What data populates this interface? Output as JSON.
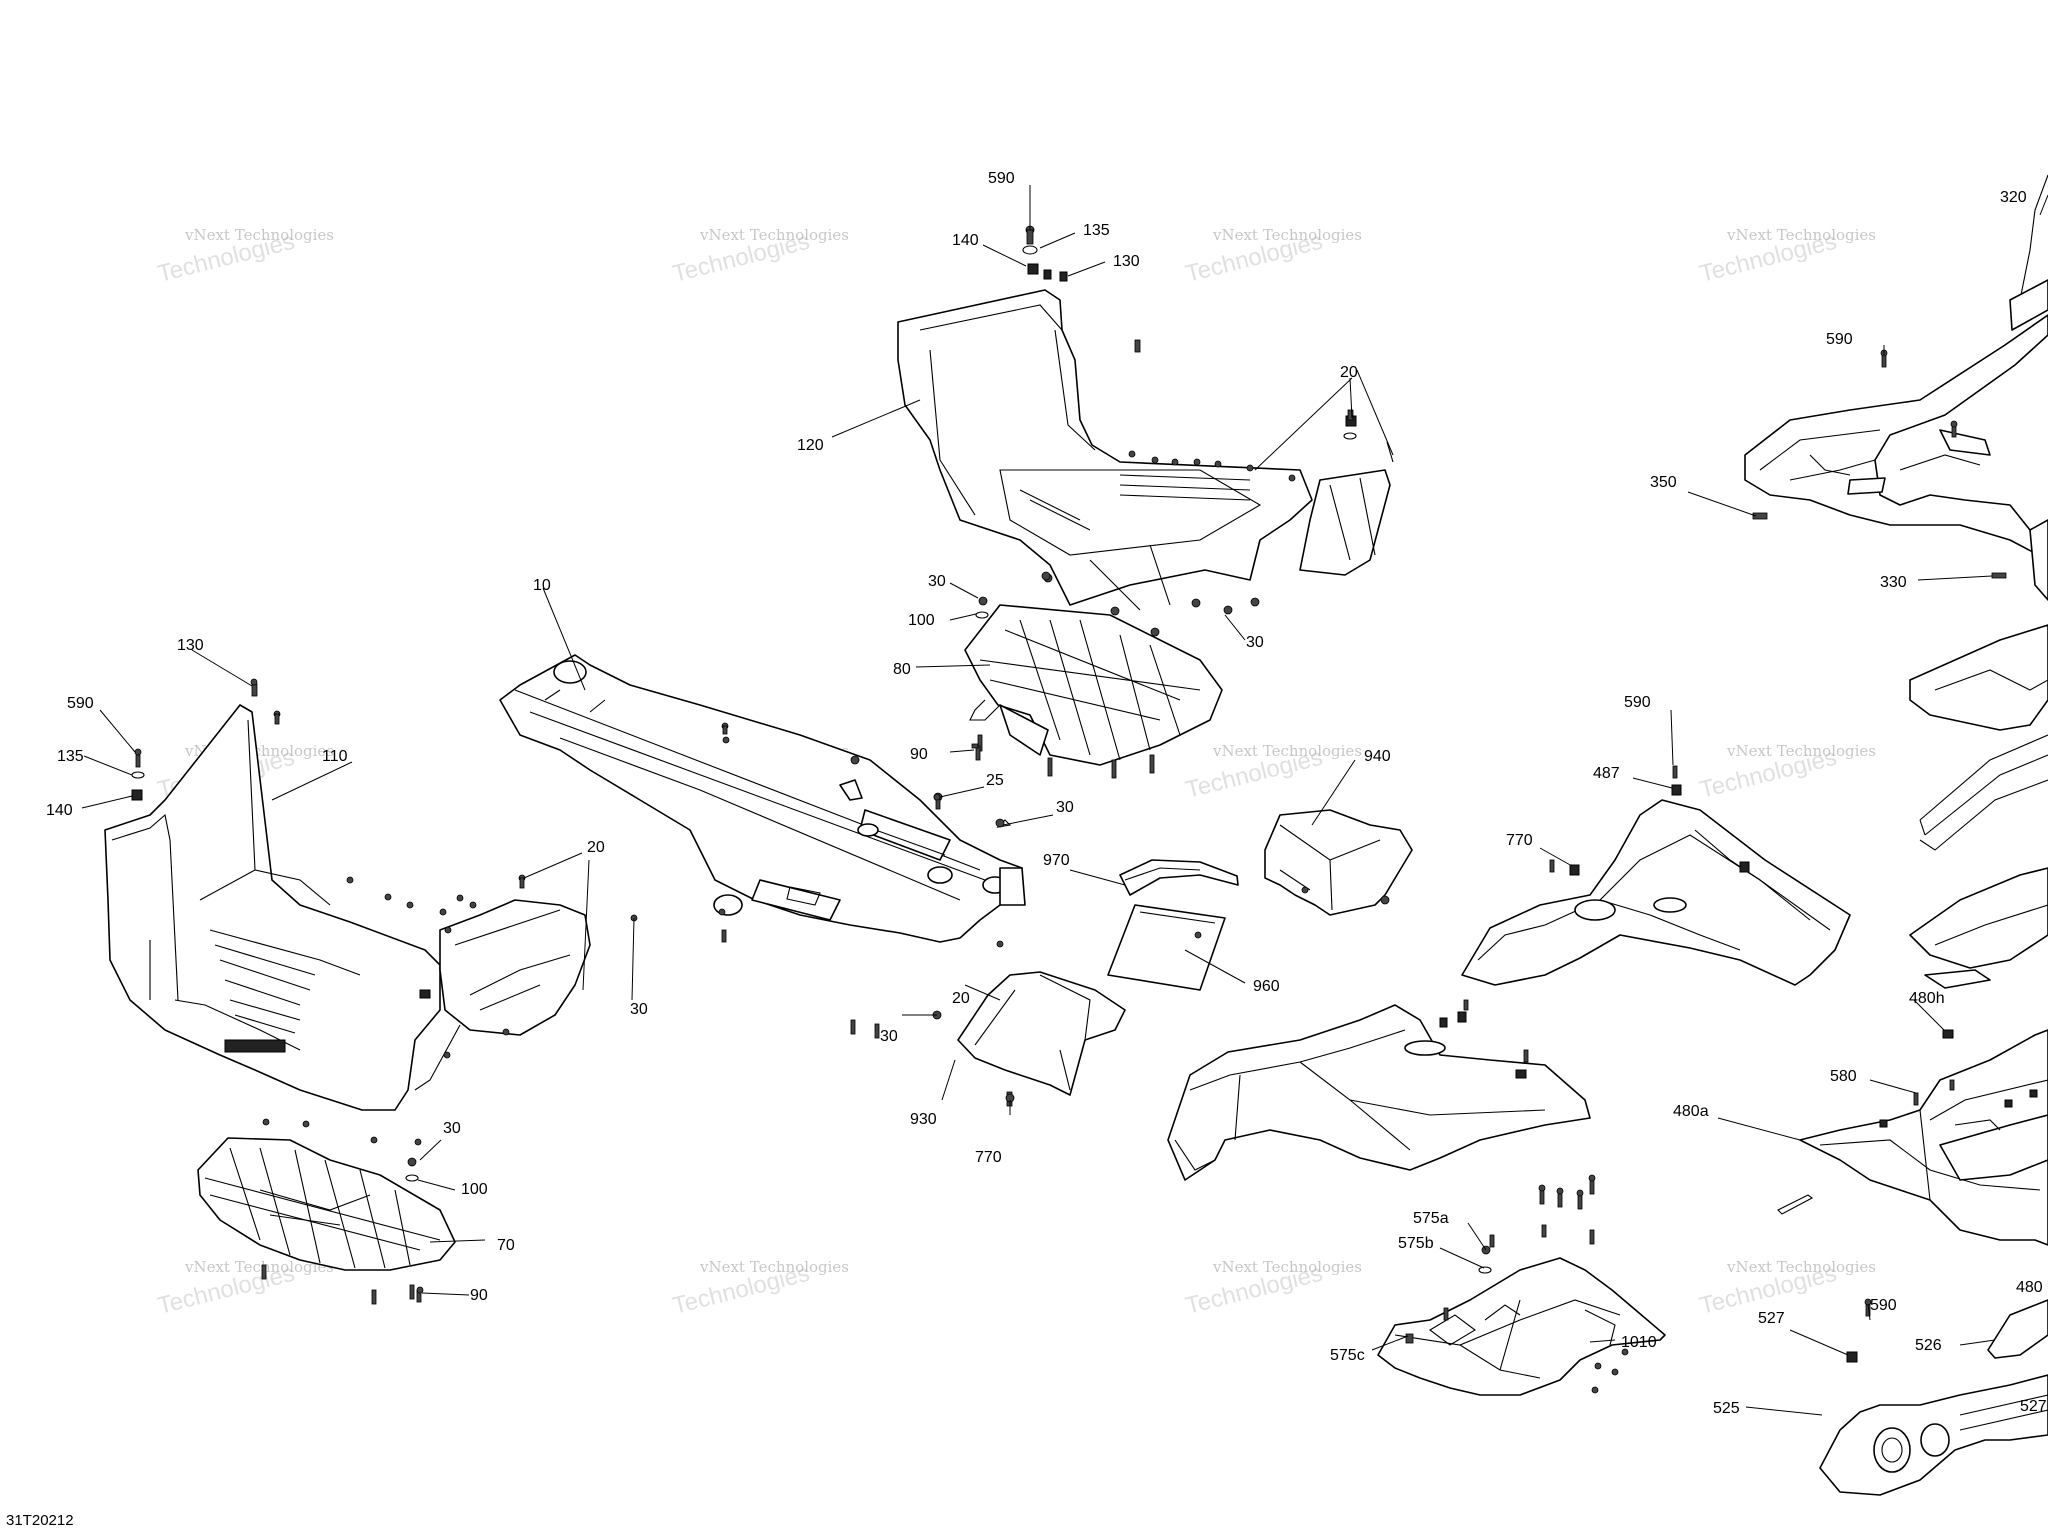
{
  "diagram": {
    "figure_ref": "31T20212",
    "watermark": {
      "brand": "vNext",
      "company": "Technologies",
      "line": "vNext Technologies"
    },
    "callouts": {
      "c590a": "590",
      "c135a": "135",
      "c140a": "140",
      "c130a": "130",
      "c120": "120",
      "c20a": "20",
      "c30a": "30",
      "c100a": "100",
      "c80": "80",
      "c30b": "30",
      "c90a": "90",
      "c25": "25",
      "c30c": "30",
      "c10": "10",
      "c320": "320",
      "c590b": "590",
      "c350": "350",
      "c330": "330",
      "c130b": "130",
      "c590c": "590",
      "c135b": "135",
      "c140b": "140",
      "c110": "110",
      "c20b": "20",
      "c30d": "30",
      "c30e": "30",
      "c100b": "100",
      "c70": "70",
      "c90b": "90",
      "c970": "970",
      "c940": "940",
      "c960": "960",
      "c20c": "20",
      "c30f": "30",
      "c930": "930",
      "c770a": "770",
      "c590d": "590",
      "c487": "487",
      "c770b": "770",
      "c480h": "480h",
      "c580": "580",
      "c480a": "480a",
      "c480x": "480",
      "c575a": "575a",
      "c575b": "575b",
      "c575c": "575c",
      "c1010": "1010",
      "c590e": "590",
      "c527a": "527",
      "c526": "526",
      "c525": "525",
      "c527b": "527"
    }
  }
}
